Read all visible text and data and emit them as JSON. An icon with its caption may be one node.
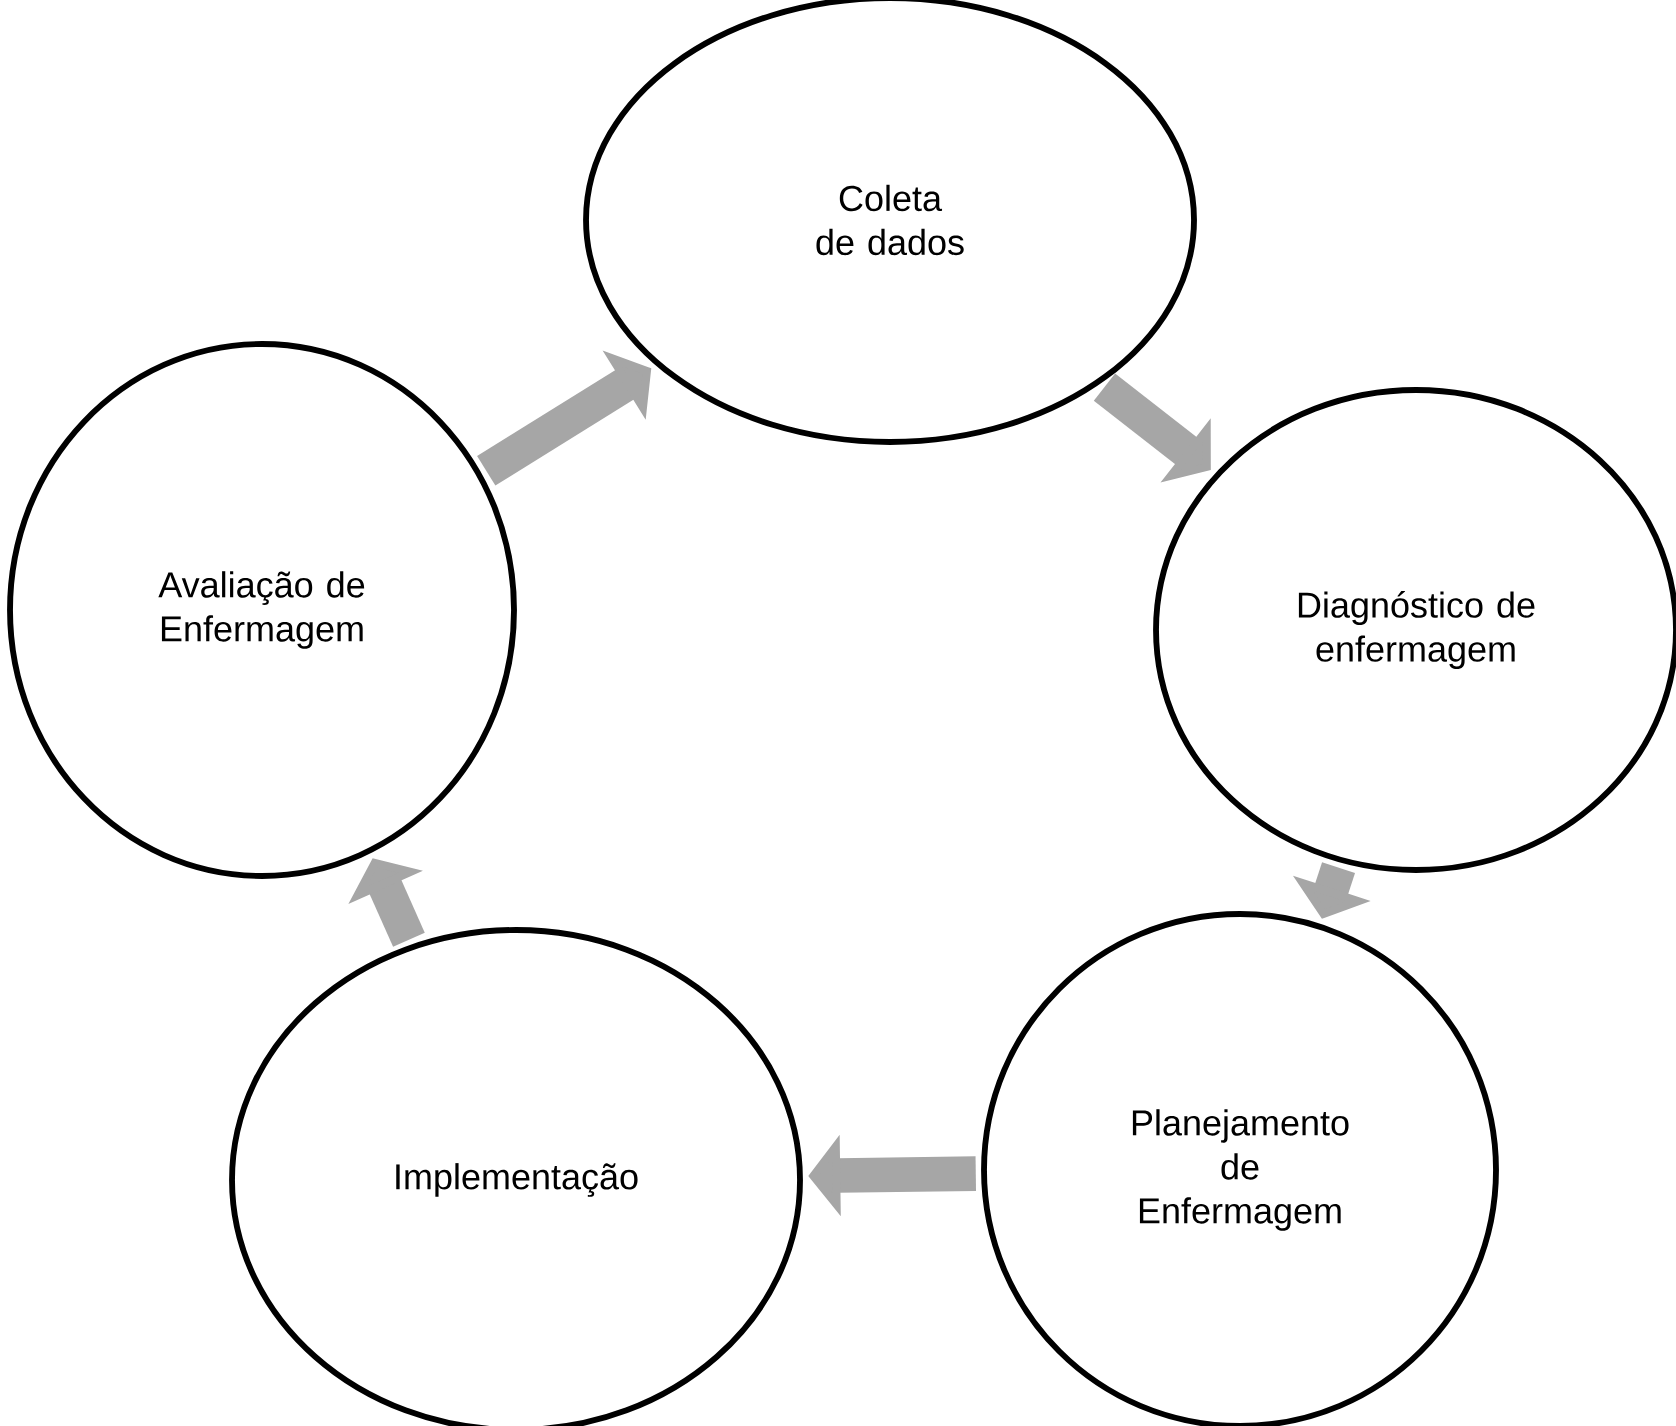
{
  "diagram": {
    "nodes": [
      {
        "text": [
          "Coleta de dados"
        ]
      },
      {
        "text": [
          "Diagnóstico de enfermagem"
        ]
      },
      {
        "text": [
          "Planejamento de Enfermagem"
        ]
      },
      {
        "text": [
          "Implementação"
        ]
      },
      {
        "text": [
          "Avaliação de Enfermagem"
        ]
      }
    ],
    "edges": [
      {
        "from": 0,
        "to": 1,
        "arrow": "to"
      },
      {
        "from": 1,
        "to": 2,
        "arrow": "to"
      },
      {
        "from": 2,
        "to": 3,
        "arrow": "to"
      },
      {
        "from": 3,
        "to": 4,
        "arrow": "to"
      },
      {
        "from": 4,
        "to": 0,
        "arrow": "to"
      }
    ]
  }
}
